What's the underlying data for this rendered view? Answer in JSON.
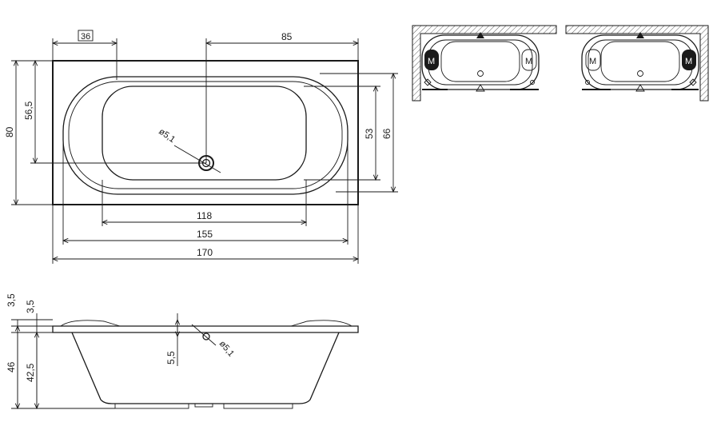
{
  "top_view": {
    "width_top": "85",
    "offset_box": "36",
    "dim_118": "118",
    "dim_155": "155",
    "dim_170": "170",
    "dim_80": "80",
    "dim_56_5": "56,5",
    "dim_53": "53",
    "dim_66": "66",
    "drain": "ø5,1"
  },
  "side_view": {
    "dim_3_5a": "3,5",
    "dim_3_5b": "3,5",
    "dim_46": "46",
    "dim_42_5": "42,5",
    "dim_5_5": "5,5",
    "drain": "ø5,1"
  },
  "installs": {
    "left_m1": "M",
    "left_m2": "M",
    "right_m1": "M",
    "right_m2": "M"
  }
}
